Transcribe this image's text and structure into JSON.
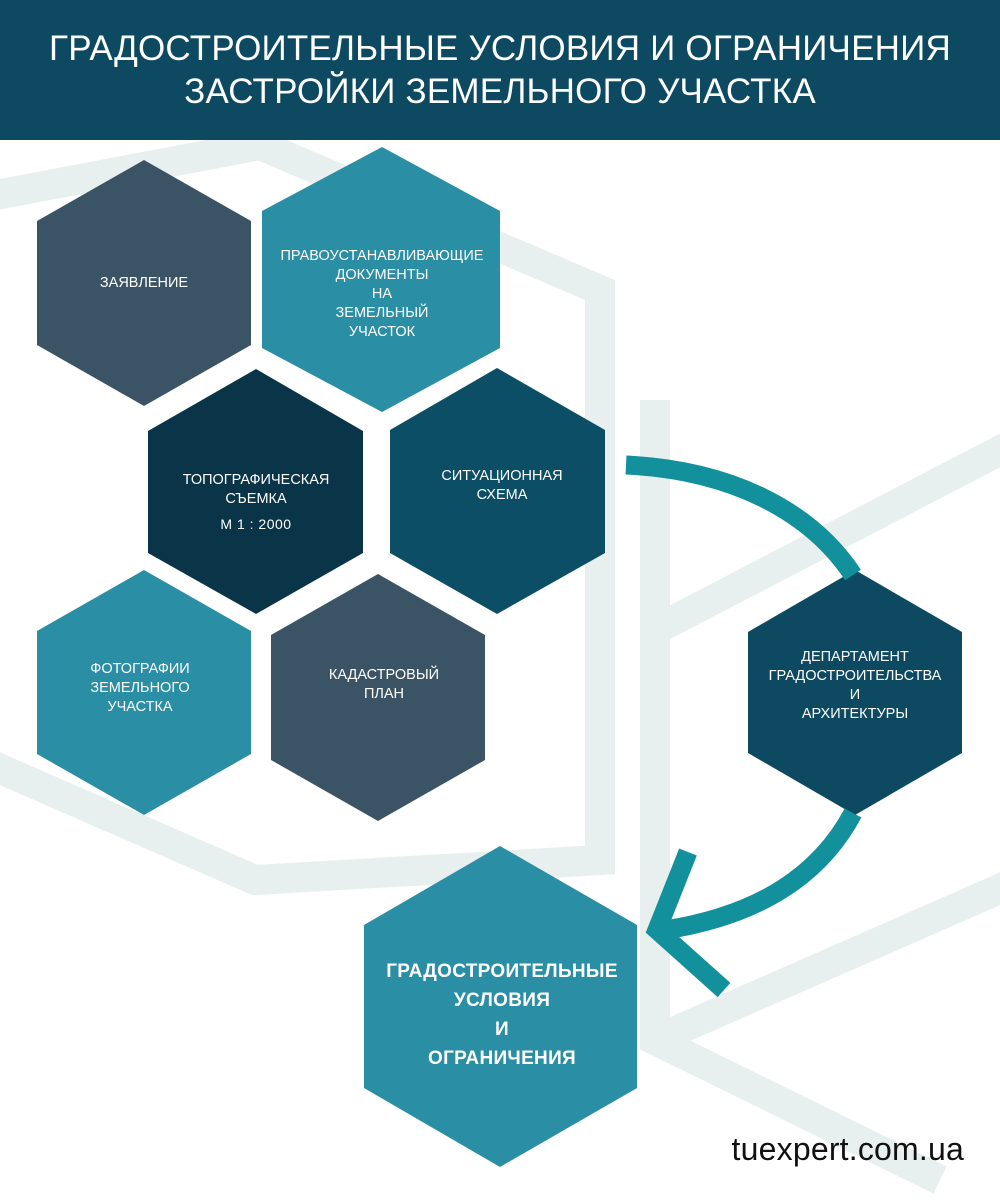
{
  "header": {
    "title_line1": "ГРАДОСТРОИТЕЛЬНЫЕ УСЛОВИЯ И ОГРАНИЧЕНИЯ",
    "title_line2": "ЗАСТРОЙКИ ЗЕМЕЛЬНОГО УЧАСТКА"
  },
  "colors": {
    "header_bg": "#0d4a62",
    "slate": "#3a5466",
    "teal": "#2a8ea5",
    "dark_teal": "#0b4e66",
    "deep_navy": "#0a3447",
    "arrow": "#12909b",
    "bg_lines": "#e8efef"
  },
  "hexagons": {
    "application": {
      "lines": [
        "ЗАЯВЛЕНИЕ"
      ]
    },
    "title_docs": {
      "lines": [
        "ПРАВОУСТАНАВЛИВАЮЩИЕ",
        "ДОКУМЕНТЫ",
        "НА",
        "ЗЕМЕЛЬНЫЙ",
        "УЧАСТОК"
      ]
    },
    "topo_survey": {
      "lines": [
        "ТОПОГРАФИЧЕСКАЯ",
        "СЪЕМКА"
      ],
      "scale": "М  1 : 2000"
    },
    "situation_plan": {
      "lines": [
        "СИТУАЦИОННАЯ",
        "СХЕМА"
      ]
    },
    "photos": {
      "lines": [
        "ФОТОГРАФИИ",
        "ЗЕМЕЛЬНОГО",
        "УЧАСТКА"
      ]
    },
    "cadastral_plan": {
      "lines": [
        "КАДАСТРОВЫЙ",
        "ПЛАН"
      ]
    },
    "department": {
      "lines": [
        "ДЕПАРТАМЕНТ",
        "ГРАДОСТРОИТЕЛЬСТВА",
        "И",
        "АРХИТЕКТУРЫ"
      ]
    },
    "result": {
      "lines": [
        "ГРАДОСТРОИТЕЛЬНЫЕ",
        "УСЛОВИЯ",
        "И",
        "ОГРАНИЧЕНИЯ"
      ]
    }
  },
  "watermark": "tuexpert.com.ua"
}
